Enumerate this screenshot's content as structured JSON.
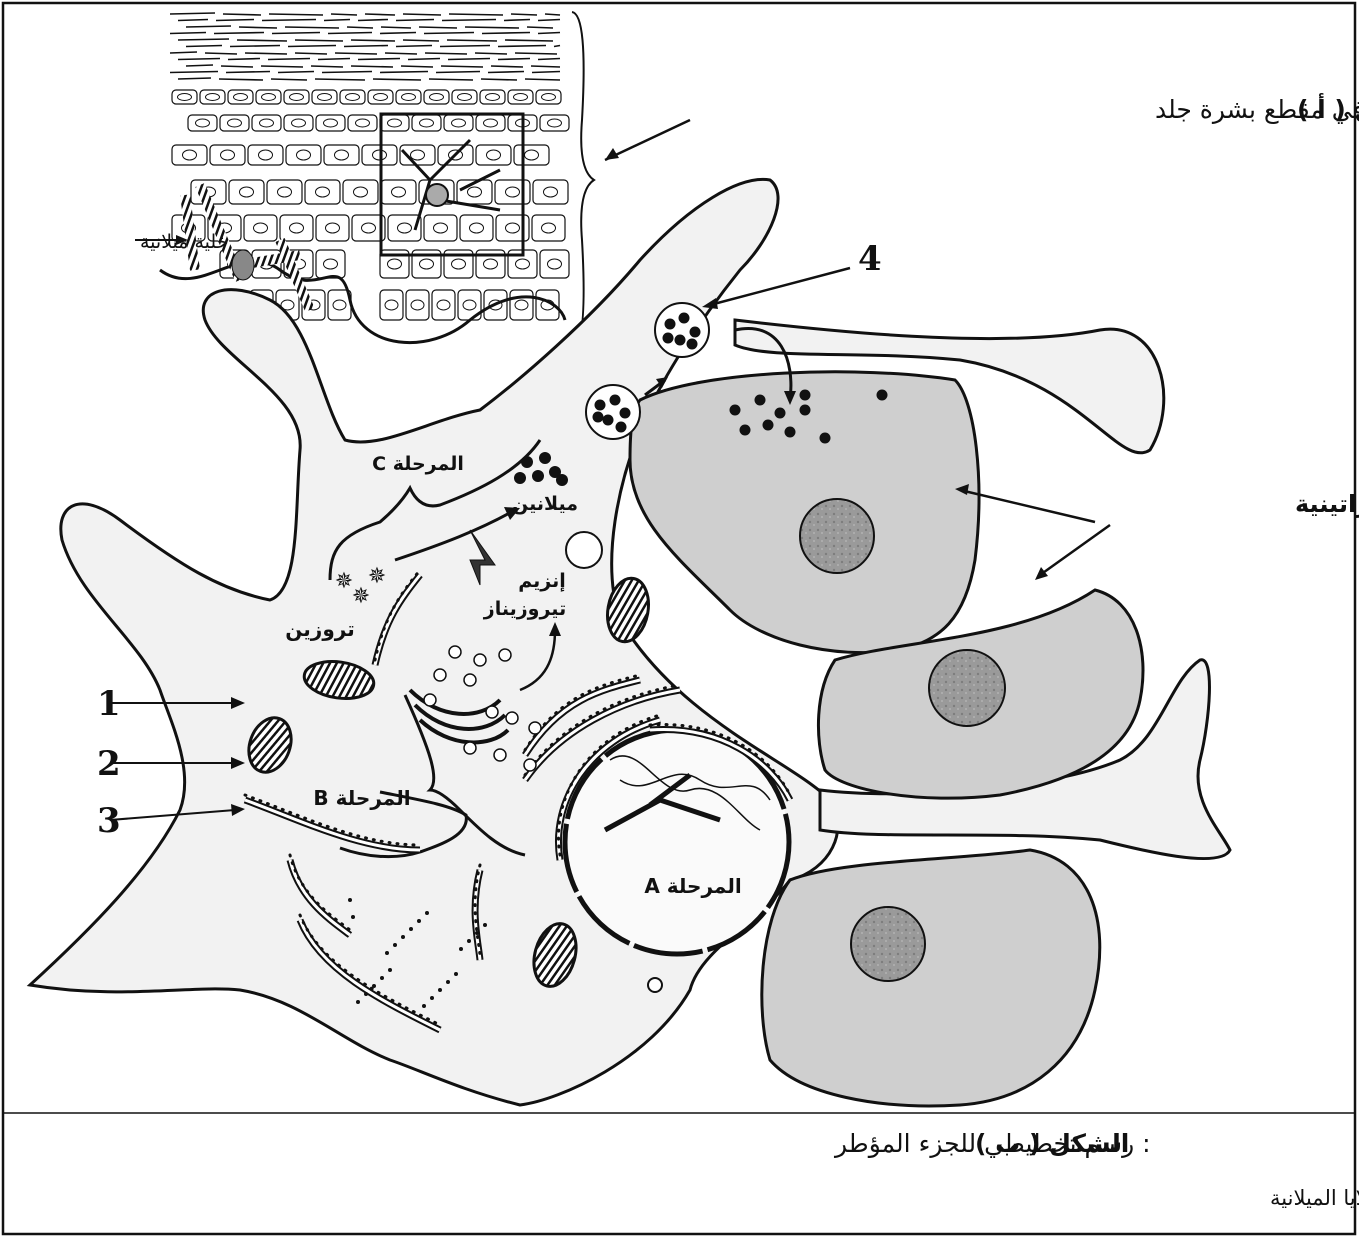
{
  "figure_a": {
    "title_prefix": "الشكل ( أ )",
    "title_text": " : رسم تخطيطي في مقطع بشرة جلد",
    "melanocyte_label": "خلية ميلانية"
  },
  "figure_b": {
    "keratinocytes_label": "خلايا كراتينية",
    "stage_a": "المرحلة A",
    "stage_b": "المرحلة B",
    "stage_c": "المرحلة C",
    "melanin": "ميلانين",
    "enzyme_line1": "إنزيم",
    "enzyme_line2": "تيروزيناز",
    "tyrosine": "تروزين",
    "numbers": [
      "1",
      "2",
      "3",
      "4"
    ]
  },
  "caption": {
    "title_prefix": "الشكل ( ب )",
    "title_text": " : رسم تخطيطي للجزء المؤطر",
    "definitions": "تروزين ( tyrosine ) : حمض أميني    /    التيروزيناز (tyrosinase ) : إنزيم تركبه خلايا الميلانية"
  },
  "colors": {
    "keratinocyte_fill": "#cfcfcf",
    "melanocyte_fill": "#f2f2f2",
    "outline": "#111111"
  }
}
